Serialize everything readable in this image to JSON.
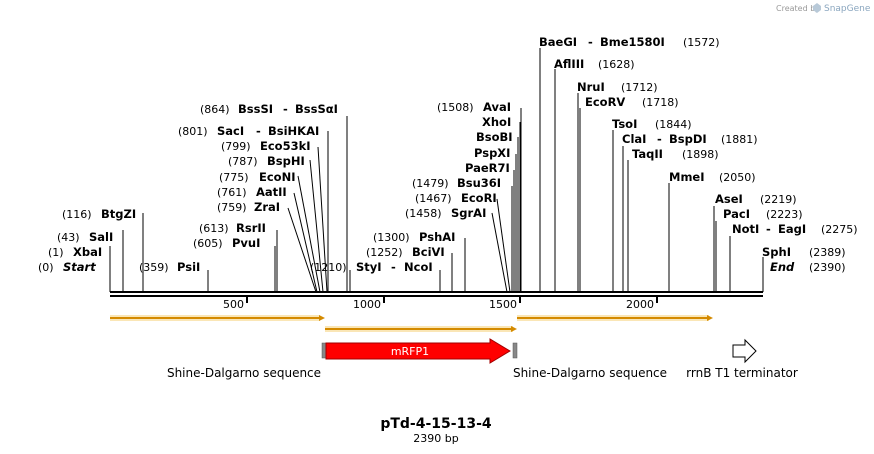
{
  "watermark": {
    "text": "Created by",
    "brand": "SnapGene"
  },
  "map": {
    "name": "pTd-4-15-13-4",
    "length_label": "2390 bp",
    "length": 2390,
    "ticks": [
      "500",
      "1000",
      "1500",
      "2000"
    ],
    "tick_values": [
      500,
      1000,
      1500,
      2000
    ]
  },
  "sites": [
    {
      "pos": "(0)",
      "name": "Start",
      "italic": true,
      "loc": 0
    },
    {
      "pos": "(1)",
      "name": "XbaI",
      "loc": 1
    },
    {
      "pos": "(43)",
      "name": "SalI",
      "loc": 43
    },
    {
      "pos": "(116)",
      "name": "BtgZI",
      "loc": 116
    },
    {
      "pos": "(359)",
      "name": "PsiI",
      "loc": 359
    },
    {
      "pos": "(605)",
      "name": "PvuI",
      "loc": 605
    },
    {
      "pos": "(613)",
      "name": "RsrII",
      "loc": 613
    },
    {
      "pos": "(759)",
      "name": "ZraI",
      "loc": 759
    },
    {
      "pos": "(761)",
      "name": "AatII",
      "loc": 761
    },
    {
      "pos": "(775)",
      "name": "EcoNI",
      "loc": 775
    },
    {
      "pos": "(787)",
      "name": "BspHI",
      "loc": 787
    },
    {
      "pos": "(799)",
      "name": "Eco53kI",
      "loc": 799
    },
    {
      "pos": "(801)",
      "name": "SacI",
      "name2": "BsiHKAI",
      "loc": 801
    },
    {
      "pos": "(864)",
      "name": "BssSI",
      "name2": "BssSαI",
      "loc": 864
    },
    {
      "pos": "(1210)",
      "name": "StyI",
      "name2": "NcoI",
      "loc": 1210
    },
    {
      "pos": "(1252)",
      "name": "BciVI",
      "loc": 1252
    },
    {
      "pos": "(1300)",
      "name": "PshAI",
      "loc": 1300
    },
    {
      "pos": "(1458)",
      "name": "SgrAI",
      "loc": 1458
    },
    {
      "pos": "(1467)",
      "name": "EcoRI",
      "loc": 1467
    },
    {
      "pos": "(1479)",
      "name": "Bsu36I",
      "loc": 1479
    },
    {
      "pos": "",
      "name": "PaeR7I",
      "loc": 1500
    },
    {
      "pos": "",
      "name": "PspXI",
      "loc": 1500
    },
    {
      "pos": "",
      "name": "BsoBI",
      "loc": 1500
    },
    {
      "pos": "",
      "name": "XhoI",
      "loc": 1500
    },
    {
      "pos": "(1508)",
      "name": "AvaI",
      "loc": 1508
    },
    {
      "pos": "(1572)",
      "name": "BaeGI",
      "name2": "Bme1580I",
      "loc": 1572
    },
    {
      "pos": "(1628)",
      "name": "AflIII",
      "loc": 1628
    },
    {
      "pos": "(1712)",
      "name": "NruI",
      "loc": 1712
    },
    {
      "pos": "(1718)",
      "name": "EcoRV",
      "loc": 1718
    },
    {
      "pos": "(1844)",
      "name": "TsoI",
      "loc": 1844
    },
    {
      "pos": "(1881)",
      "name": "ClaI",
      "name2": "BspDI",
      "loc": 1881
    },
    {
      "pos": "(1898)",
      "name": "TaqII",
      "loc": 1898
    },
    {
      "pos": "(2050)",
      "name": "MmeI",
      "loc": 2050
    },
    {
      "pos": "(2219)",
      "name": "AseI",
      "loc": 2219
    },
    {
      "pos": "(2223)",
      "name": "PacI",
      "loc": 2223
    },
    {
      "pos": "(2275)",
      "name": "NotI",
      "name2": "EagI",
      "loc": 2275
    },
    {
      "pos": "(2389)",
      "name": "SphI",
      "loc": 2389
    },
    {
      "pos": "(2390)",
      "name": "End",
      "italic": true,
      "loc": 2390
    }
  ],
  "features": [
    {
      "label": "Shine-Dalgarno sequence",
      "type": "orange-arrow"
    },
    {
      "label": "Shine-Dalgarno sequence",
      "type": "orange-arrow"
    },
    {
      "label": "",
      "type": "orange-arrow"
    },
    {
      "label": "mRFP1",
      "type": "gene",
      "color": "#ff0000"
    },
    {
      "label": "rrnB T1 terminator",
      "type": "terminator"
    }
  ],
  "colors": {
    "orange": "#f0c860",
    "orange_edge": "#d48a00",
    "gene": "#ff0000"
  }
}
